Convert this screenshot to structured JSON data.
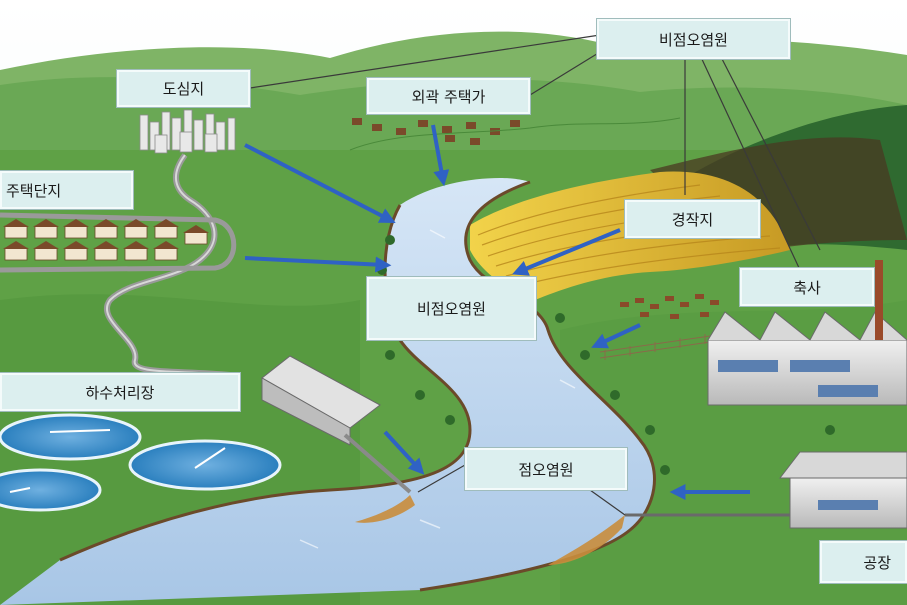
{
  "labels": {
    "nonpoint_top": "비점오염원",
    "downtown": "도심지",
    "suburban_housing": "외곽 주택가",
    "housing_complex": "주택단지",
    "farmland": "경작지",
    "nonpoint_center": "비점오염원",
    "livestock": "축사",
    "sewage_plant": "하수처리장",
    "point_source": "점오염원",
    "factory": "공장"
  },
  "colors": {
    "sky": "#ffffff",
    "grass": "#5fa146",
    "river": "#b9d3ee",
    "arrow": "#2f62c4",
    "label_bg": "#dcefef"
  }
}
